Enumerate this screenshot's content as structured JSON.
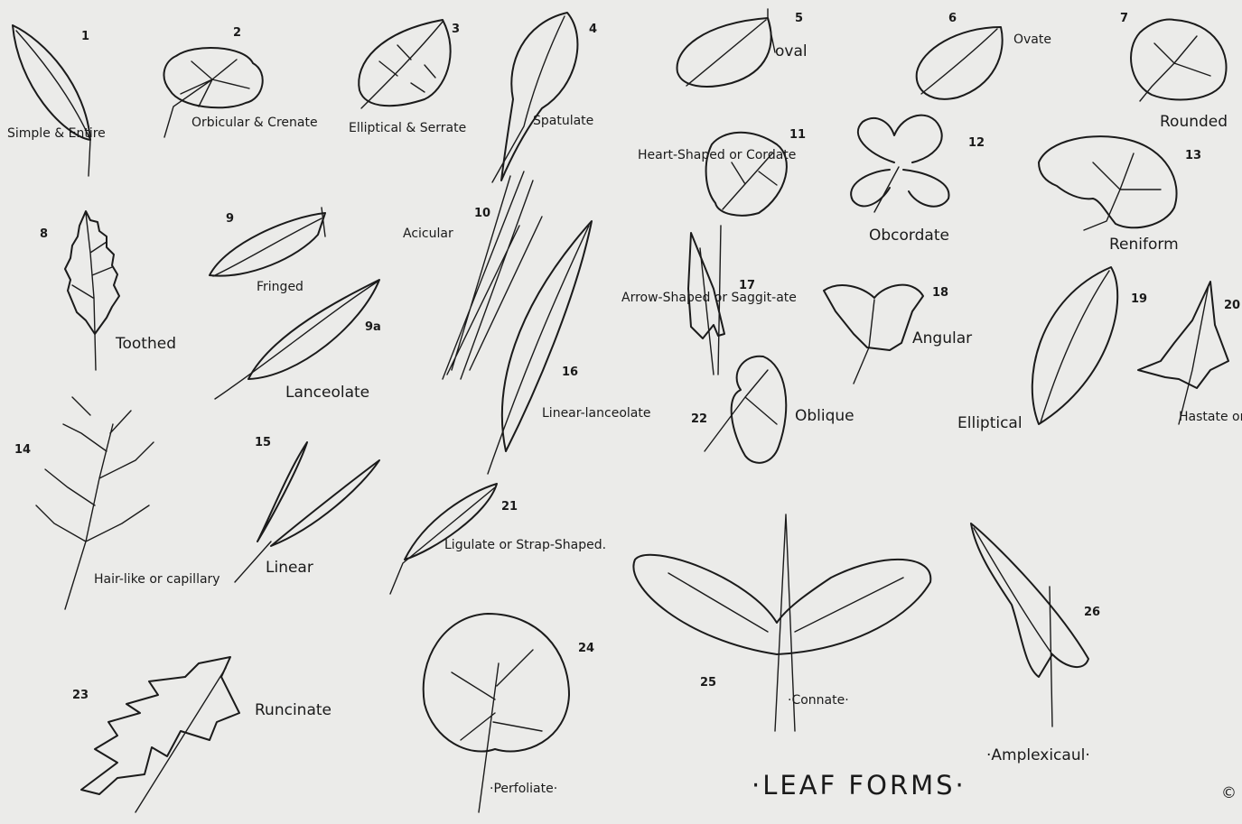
{
  "title": "·LEAF FORMS·",
  "corner_mark": "©",
  "leaves": [
    {
      "number": "1",
      "label": "Simple & Entire"
    },
    {
      "number": "2",
      "label": "Orbicular & Crenate"
    },
    {
      "number": "3",
      "label": "Elliptical & Serrate"
    },
    {
      "number": "4",
      "label": "Spatulate"
    },
    {
      "number": "5",
      "label": "oval"
    },
    {
      "number": "6",
      "label": "Ovate"
    },
    {
      "number": "7",
      "label": "Rounded"
    },
    {
      "number": "8",
      "label": "Toothed"
    },
    {
      "number": "9",
      "label": "Fringed"
    },
    {
      "number": "9a",
      "label": "Lanceolate"
    },
    {
      "number": "10",
      "label": "Acicular"
    },
    {
      "number": "11",
      "label": "Heart-Shaped or Cordate"
    },
    {
      "number": "12",
      "label": "Obcordate"
    },
    {
      "number": "13",
      "label": "Reniform"
    },
    {
      "number": "14",
      "label": "Hair-like or capillary"
    },
    {
      "number": "15",
      "label": "Linear"
    },
    {
      "number": "16",
      "label": "Linear-lanceolate"
    },
    {
      "number": "17",
      "label": "Arrow-Shaped or Saggit-ate"
    },
    {
      "number": "18",
      "label": "Angular"
    },
    {
      "number": "19",
      "label": "Elliptical"
    },
    {
      "number": "20",
      "label": "Hastate or Halbert Shaped"
    },
    {
      "number": "21",
      "label": "Ligulate or Strap-Shaped."
    },
    {
      "number": "22",
      "label": "Oblique"
    },
    {
      "number": "23",
      "label": "Runcinate"
    },
    {
      "number": "24",
      "label": "·Perfoliate·"
    },
    {
      "number": "25",
      "label": "·Connate·"
    },
    {
      "number": "26",
      "label": "·Amplexicaul·"
    }
  ]
}
